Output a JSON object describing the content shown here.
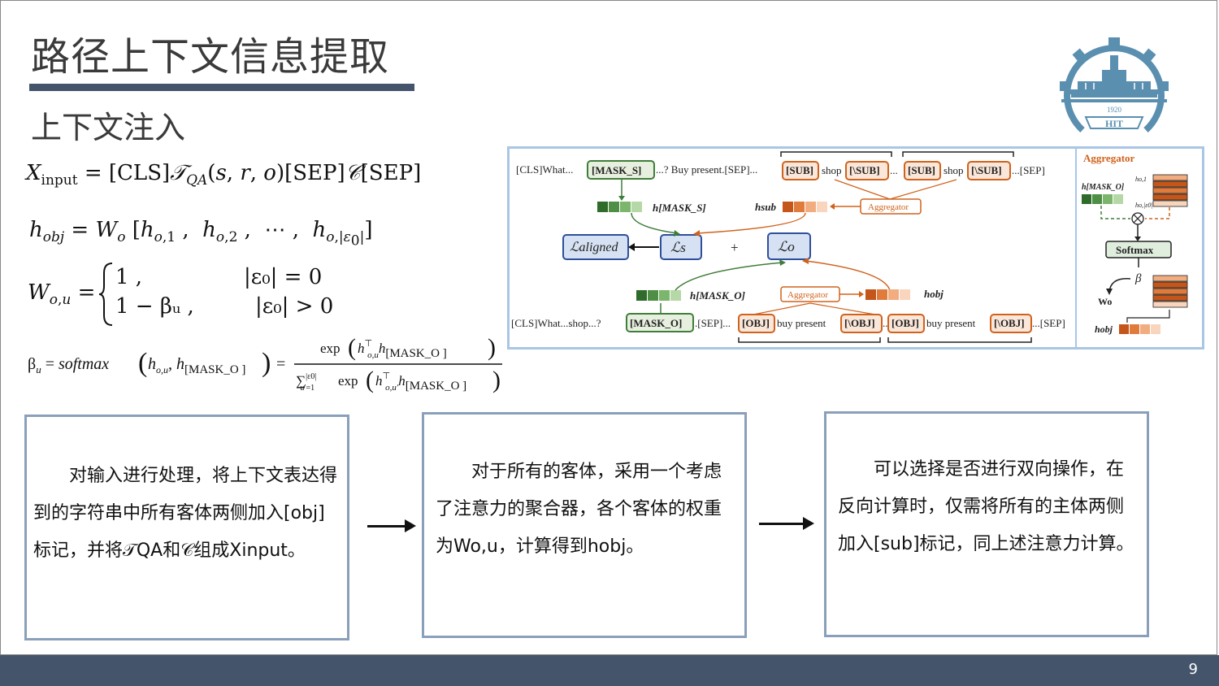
{
  "slide": {
    "title": "路径上下文信息提取",
    "subtitle": "上下文注入",
    "page_number": "9"
  },
  "logo": {
    "year": "1920",
    "letters": "HIT"
  },
  "equations": {
    "x_input": "X_input = [CLS]𝒯_QA(s,r,o)[SEP]𝒞[SEP]",
    "h_obj": "h_obj = W_o [h_o,1 , h_o,2 , ⋯ , h_o,|ε_0|]",
    "w_ou_case1": "1 ,",
    "w_ou_cond1": "|ε₀| = 0",
    "w_ou_case2": "1 − βᵤ ,",
    "w_ou_cond2": "|ε₀| > 0",
    "beta": "βᵤ = softmax(h_o,u, h_[MASK_O]) = exp(h_o,uᵀ h_[MASK_O]) / Σ exp(h_o,u′ᵀ h_[MASK_O])"
  },
  "boxes": [
    {
      "text": "对输入进行处理，将上下文表达得到的字符串中所有客体两侧加入[obj]标记，并将𝒯QA和𝒞组成Xinput。"
    },
    {
      "text": "对于所有的客体，采用一个考虑了注意力的聚合器，各个客体的权重为Wo,u，计算得到hobj。"
    },
    {
      "text": "可以选择是否进行双向操作，在反向计算时，仅需将所有的主体两侧加入[sub]标记，同上述注意力计算。"
    }
  ],
  "figure": {
    "top_sequence": {
      "prefix": "[CLS]What...",
      "mask": "[MASK_S]",
      "middle": "...? Buy present.[SEP]...",
      "sub_open": "[SUB]",
      "shop": "shop",
      "sub_close": "[\\SUB]",
      "dots": "...",
      "suffix": "...[SEP]"
    },
    "bottom_sequence": {
      "prefix": "[CLS]What...shop...?",
      "mask": "[MASK_O]",
      "middle": ".[SEP]...",
      "obj_open": "[OBJ]",
      "buy": "buy present",
      "obj_close": "[\\OBJ]",
      "dots": "...",
      "suffix": "...[SEP]"
    },
    "labels": {
      "h_mask_s": "h[MASK_S]",
      "h_sub": "hsub",
      "h_mask_o": "h[MASK_O]",
      "h_obj": "hobj",
      "aggregator": "Aggregator",
      "l_aligned": "ℒaligned",
      "l_s": "ℒs",
      "l_o": "ℒo",
      "plus": "+"
    },
    "panel": {
      "title": "Aggregator",
      "h_mask_o": "h[MASK_O]",
      "h_o1": "ho,1",
      "h_o_eps": "ho,|ε0|",
      "softmax": "Softmax",
      "beta": "β",
      "w_o": "Wo",
      "h_obj": "hobj"
    },
    "colors": {
      "green": "#3f7d3a",
      "orange": "#d0621c",
      "blue_box": "#d6e2f3",
      "blue_border": "#2e4f9a"
    }
  }
}
